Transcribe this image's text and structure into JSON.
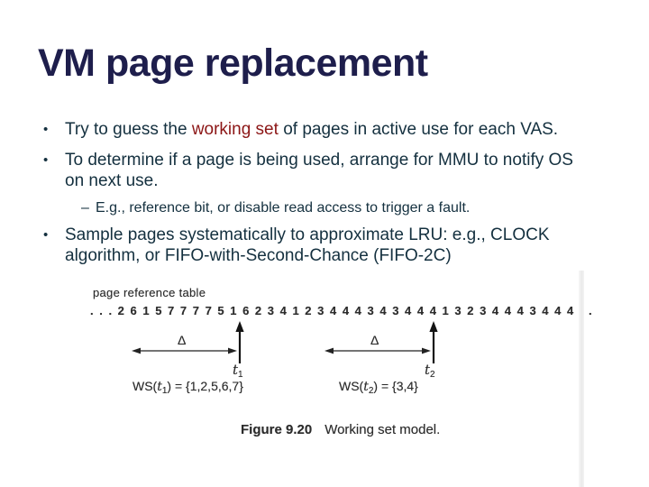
{
  "slide": {
    "title": "VM page replacement",
    "bullets": {
      "marker": "•",
      "sub_marker": "–",
      "b1": {
        "pre": "Try to guess the ",
        "highlight": "working set",
        "post": " of pages in active use for each VAS."
      },
      "b2": {
        "line1": "To determine if a page is being used, arrange for MMU to notify OS",
        "line2": "on next use."
      },
      "sub1": "E.g., reference bit, or disable read access to trigger a fault.",
      "b3": {
        "line1": "Sample pages systematically to approximate LRU: e.g., CLOCK",
        "line2": "algorithm, or FIFO-with-Second-Chance (FIFO-2C)"
      }
    }
  },
  "figure": {
    "table_label": "page reference table",
    "sequence": ". . . 2 6 1 5 7 7 7 7 5 1 6 2 3 4 1 2 3 4 4 4 3 4 3 4 4 4 1 3 2 3 4 4 4 3 4 4 4 . .",
    "delta": "Δ",
    "t1": {
      "base": "t",
      "sub": "1"
    },
    "t2": {
      "base": "t",
      "sub": "2"
    },
    "ws1": {
      "pre": "WS(",
      "var": "t",
      "sub": "1",
      "post": ") = {1,2,5,6,7}"
    },
    "ws2": {
      "pre": "WS(",
      "var": "t",
      "sub": "2",
      "post": ") = {3,4}"
    },
    "caption": {
      "number": "Figure 9.20",
      "text": "Working set model."
    }
  },
  "colors": {
    "title": "#1e1e4c",
    "body_text": "#14303f",
    "highlight": "#8c1616",
    "figure_text": "#2c2c2c"
  }
}
